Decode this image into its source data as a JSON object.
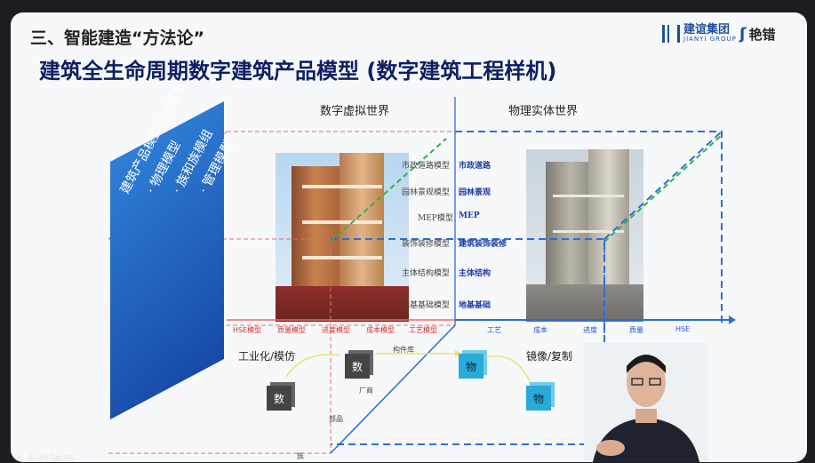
{
  "slide": {
    "section_title": "三、智能建造“方法论”",
    "main_title": "建筑全生命周期数字建筑产品模型 (数字建筑工程样机)",
    "logo_primary": {
      "name_cn": "建谊集团",
      "name_en": "JIANYI GROUP"
    },
    "logo_secondary": {
      "name_cn": "艳错"
    },
    "world_virtual": "数字虚拟世界",
    "world_physical": "物理实体世界",
    "panel": {
      "title": "建筑产品模型三大体系",
      "items": [
        "· 物理模型",
        "· 族和族模组",
        "· 管理模型"
      ]
    },
    "model_layers": [
      {
        "virtual": "市政道路模型",
        "physical": "市政道路"
      },
      {
        "virtual": "园林景观模型",
        "physical": "园林景观"
      },
      {
        "virtual": "MEP模型",
        "physical": "MEP"
      },
      {
        "virtual": "装饰装修模型",
        "physical": "建筑装饰装修"
      },
      {
        "virtual": "主体结构模型",
        "physical": "主体结构"
      },
      {
        "virtual": "地基基础模型",
        "physical": "地基基础"
      }
    ],
    "axis_virtual": [
      "HSE模型",
      "质量模型",
      "进度模型",
      "成本模型",
      "工艺模型"
    ],
    "axis_physical": [
      "工艺",
      "成本",
      "进度",
      "质量",
      "HSE"
    ],
    "flow": {
      "industrialization": "工业化/模仿",
      "mirror": "镜像/复制",
      "component_lib": "构件库",
      "factory": "厂商",
      "part": "部品",
      "bottom_label": "族",
      "block_digital": "数",
      "block_physical": "物"
    },
    "watermark": "大数跨境",
    "colors": {
      "title_blue": "#0d1f63",
      "panel_blue": "#1d5fc2",
      "axis_red": "#d33b3b",
      "axis_blue": "#2b57c7",
      "dash_green": "#2fb24a"
    }
  }
}
